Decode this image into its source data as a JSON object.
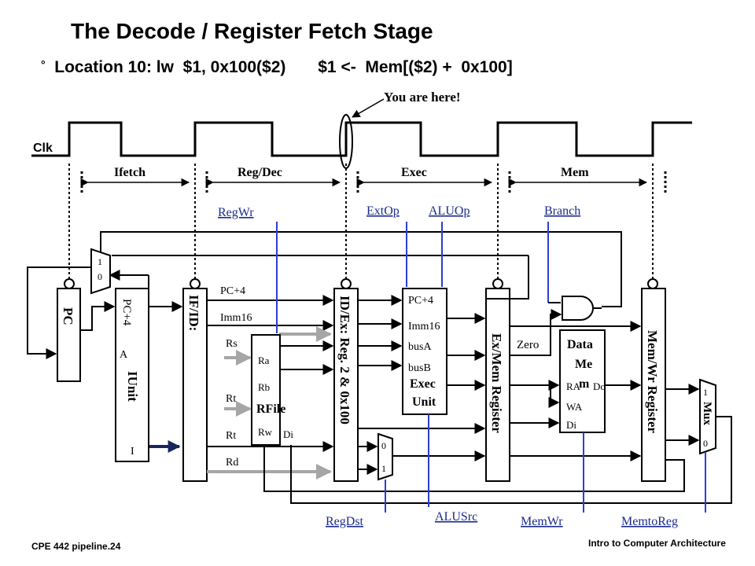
{
  "slide": {
    "title": "The Decode / Register Fetch Stage",
    "bullet": "°",
    "subtitle": "Location 10: lw  $1, 0x100($2)       $1 <-  Mem[($2) +  0x100]",
    "footer_left": "CPE 442 pipeline.24",
    "footer_right": "Intro to Computer Architecture"
  },
  "timing": {
    "clk_label": "Clk",
    "here_label": "You are here!",
    "stages": [
      "Ifetch",
      "Reg/Dec",
      "Exec",
      "Mem"
    ]
  },
  "controls": {
    "regwr": "RegWr",
    "extop": "ExtOp",
    "aluop": "ALUOp",
    "branch": "Branch",
    "regdst": "RegDst",
    "alusrc": "ALUSrc",
    "memwr": "MemWr",
    "memtoreg": "MemtoReg"
  },
  "blocks": {
    "pc": "PC",
    "pc4": "PC+4",
    "iunit_a": "A",
    "iunit": "IUnit",
    "iunit_i": "I",
    "ifid": "IF/ID:",
    "idex": "ID/Ex: Reg. 2 & 0x100",
    "exmem": "Ex/Mem Register",
    "memwr_reg": "Mem/Wr Register",
    "rfile": "RFile",
    "ra": "Ra",
    "rb": "Rb",
    "rw": "Rw",
    "di": "Di",
    "exec1": "Exec",
    "exec2": "Unit",
    "data1": "Data",
    "data2": "Me",
    "data3": "m",
    "ra_dm": "RA",
    "do": "Do",
    "wa": "WA",
    "di_dm": "Di",
    "mux": "Mux",
    "zero": "Zero",
    "one": "1",
    "zero_bit": "0"
  },
  "signals": {
    "pc4": "PC+4",
    "imm16": "Imm16",
    "rs": "Rs",
    "rt": "Rt",
    "rt2": "Rt",
    "rd": "Rd",
    "busa": "busA",
    "busb": "busB"
  }
}
